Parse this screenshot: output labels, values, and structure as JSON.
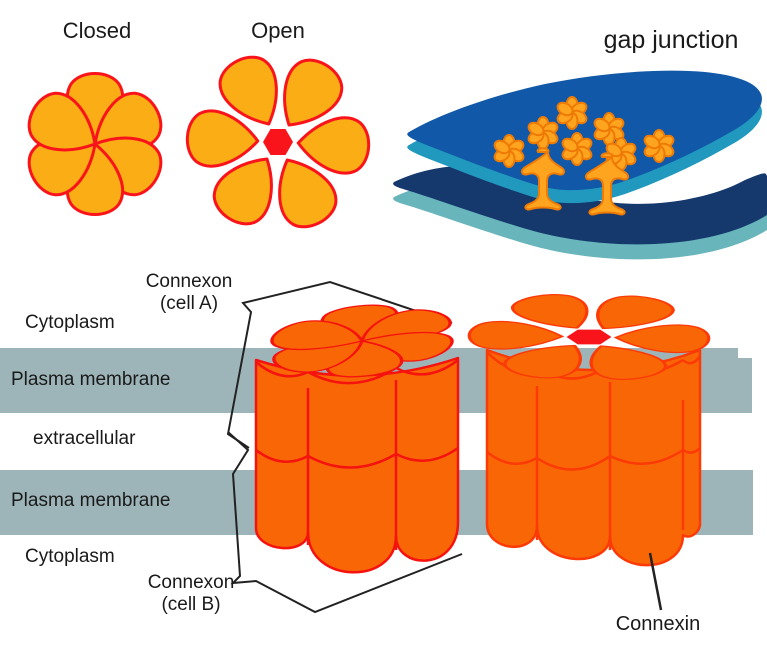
{
  "top_row": {
    "closed_label": "Closed",
    "open_label": "Open",
    "gap_junction_label": "gap junction"
  },
  "cross_section": {
    "cytoplasm_top": "Cytoplasm",
    "plasma_membrane_top": "Plasma membrane",
    "extracellular": "extracellular",
    "plasma_membrane_bottom": "Plasma membrane",
    "cytoplasm_bottom": "Cytoplasm",
    "connexon_a_line1": "Connexon",
    "connexon_a_line2": "(cell A)",
    "connexon_b_line1": "Connexon",
    "connexon_b_line2": "(cell B)",
    "connexin": "Connexin"
  },
  "colors": {
    "petal_orange": "#FBAD16",
    "outline_red": "#F9141B",
    "cylinder_orange": "#F96606",
    "cylinder_outline_left": "#F5120F",
    "cylinder_outline_right": "#FB3A07",
    "membrane_gray": "#9DB5B9",
    "sheet_top_blue": "#1159A8",
    "sheet_bottom_navy": "#15386D",
    "rim_teal": "#2199BE",
    "rim_seagreen": "#68B5BB",
    "small_flower_orange": "#FFA41E",
    "small_flower_outline": "#EE7A06",
    "text_black": "#1a1a1a"
  }
}
